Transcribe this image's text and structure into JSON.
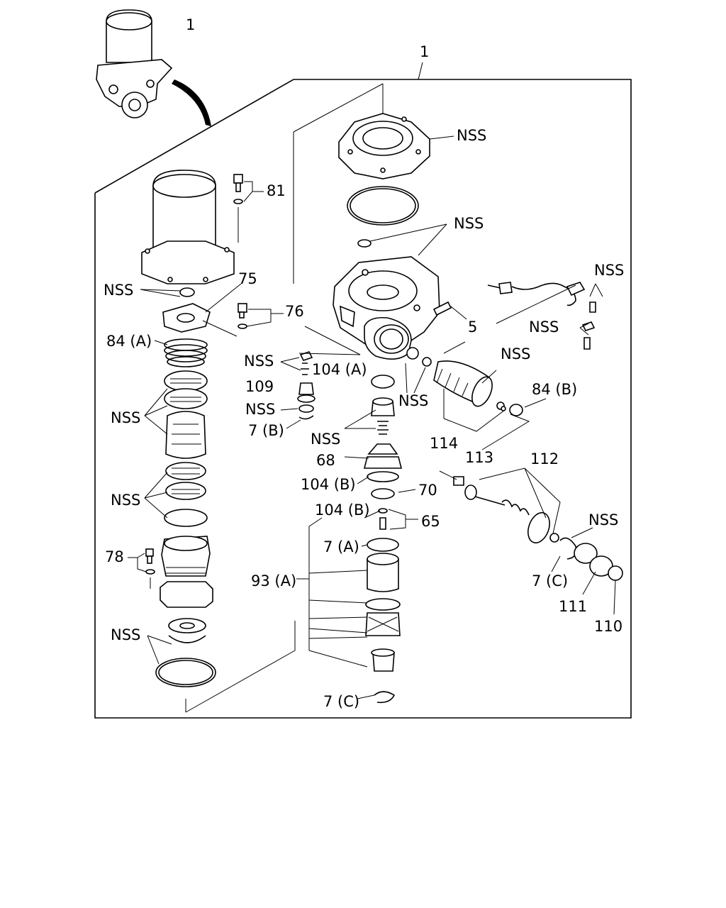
{
  "labels": {
    "l1a": "1",
    "l1b": "1",
    "nss_cap": "NSS",
    "nss_oring": "NSS",
    "nss_wire1": "NSS",
    "nss_wire2": "NSS",
    "l81": "81",
    "nss_can": "NSS",
    "l75": "75",
    "l76": "76",
    "l5": "5",
    "l84a": "84 (A)",
    "nss_valve": "NSS",
    "l104a": "104 (A)",
    "nss_body": "NSS",
    "nss_right": "NSS",
    "l84b": "84 (B)",
    "l109": "109",
    "nss_small": "NSS",
    "l7b": "7 (B)",
    "nss_filter1": "NSS",
    "nss_mid": "NSS",
    "l114": "114",
    "l113": "113",
    "l112": "112",
    "l68": "68",
    "l104b1": "104 (B)",
    "l70": "70",
    "nss_filter2": "NSS",
    "l104b2": "104 (B)",
    "l65": "65",
    "nss_111": "NSS",
    "l7a": "7 (A)",
    "l78": "78",
    "l93a": "93 (A)",
    "l7c1": "7 (C)",
    "l111": "111",
    "l110": "110",
    "nss_bottom": "NSS",
    "l7c2": "7 (C)"
  }
}
